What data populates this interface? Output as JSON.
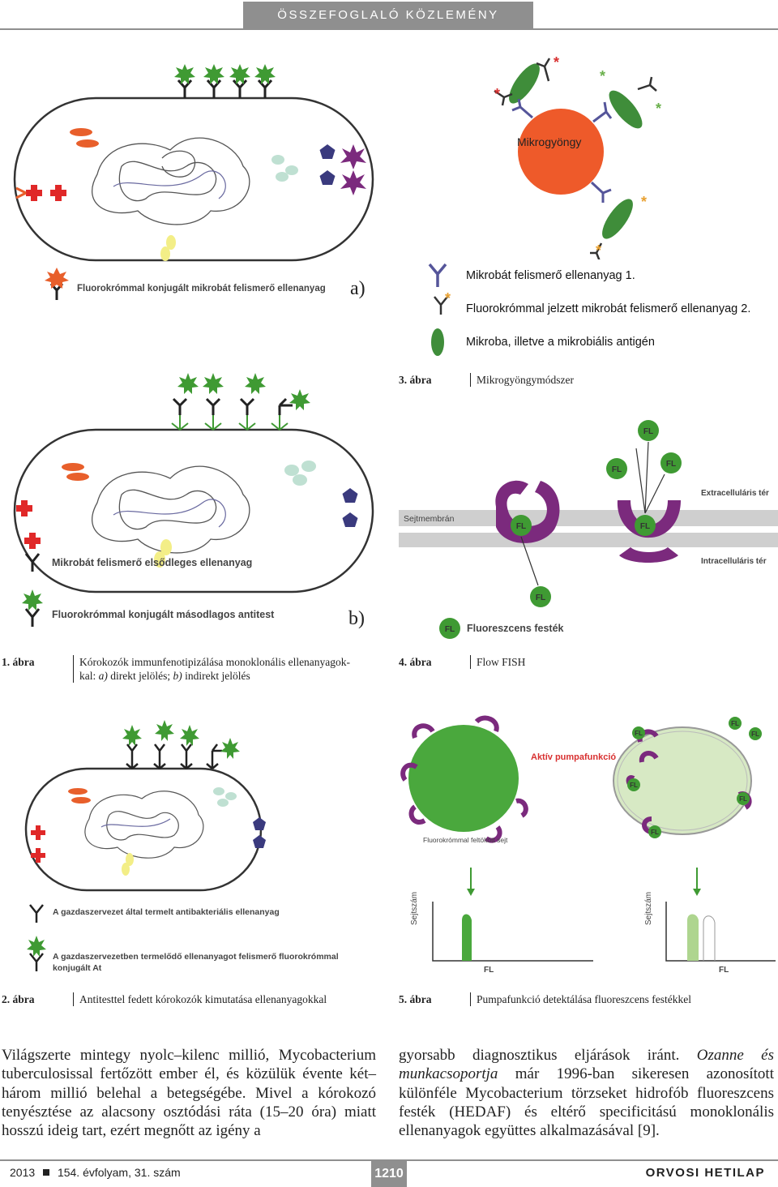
{
  "header": {
    "section_title": "ÖSSZEFOGLALÓ KÖZLEMÉNY"
  },
  "fig1": {
    "label_a": "a)",
    "label_b": "b)",
    "legend_a": "Fluorokrómmal konjugált mikrobát felismerő ellenanyag",
    "legend_b1": "Mikrobát felismerő elsődleges ellenanyag",
    "legend_b2": "Fluorokrómmal konjugált másodlagos antitest",
    "caption_label": "1. ábra",
    "caption_line1": "Kórokozók immunfenotipizálása monoklonális ellenanyagok-",
    "caption_line2_pre": "kal: ",
    "caption_a": "a)",
    "caption_mid": " direkt jelölés; ",
    "caption_b": "b)",
    "caption_end": " indirekt jelölés"
  },
  "fig3": {
    "bead_label": "Mikrogyöngy",
    "legend1": "Mikrobát felismerő ellenanyag 1.",
    "legend2": "Fluorokrómmal jelzett mikrobát felismerő ellenanyag 2.",
    "legend3": "Mikroba, illetve a mikrobiális antigén",
    "caption_label": "3. ábra",
    "caption_text": "Mikrogyöngymódszer"
  },
  "fig4": {
    "fl": "FL",
    "extracellular": "Extracelluláris tér",
    "membrane": "Sejtmembrán",
    "intracellular": "Intracelluláris tér",
    "legend": "Fluoreszcens festék",
    "caption_label": "4. ábra",
    "caption_text": "Flow FISH"
  },
  "fig2": {
    "legend1": "A gazdaszervezet által termelt antibakteriális ellenanyag",
    "legend2_line1": "A gazdaszervezetben termelődő ellenanyagot felismerő fluorokrómmal",
    "legend2_line2": "konjugált At",
    "caption_label": "2. ábra",
    "caption_text": "Antitesttel fedett kórokozók kimutatása ellenanyagokkal"
  },
  "fig5": {
    "active_pump": "Aktív pumpafunkció",
    "cell_label": "Fluorokrómmal feltöltött sejt",
    "y_axis": "Sejtszám",
    "x_axis": "FL",
    "fl": "FL",
    "caption_label": "5. ábra",
    "caption_text": "Pumpafunkció detektálása fluoreszcens festékkel"
  },
  "body": {
    "left": "Világszerte mintegy nyolc–kilenc millió, Mycobacterium tuberculosissal fertőzött ember él, és közülük évente két–három millió belehal a betegségébe. Mivel a kórokozó tenyésztése az alacsony osztódási ráta (15–20 óra) miatt hosszú ideig tart, ezért megnőtt az igény a",
    "right_pre": "gyorsabb diagnosztikus eljárások iránt. ",
    "right_italic": "Ozanne és munkacsoportja",
    "right_post": " már 1996-ban sikeresen azonosított különféle Mycobacterium törzseket hidrofób fluoreszcens festék (HEDAF) és eltérő specificitású monoklonális ellenanyagok együttes alkalmazásával [9]."
  },
  "footer": {
    "year": "2013",
    "volume": "154. évfolyam, 31. szám",
    "page": "1210",
    "journal": "ORVOSI HETILAP"
  },
  "colors": {
    "header_gray": "#8f8f8f",
    "green": "#3f9a33",
    "light_green": "#d7e9c4",
    "purple": "#7b2a7d",
    "red": "#e02828",
    "orange": "#e85f2b",
    "navy": "#3a3a7e",
    "bead": "#ee5a2a"
  }
}
